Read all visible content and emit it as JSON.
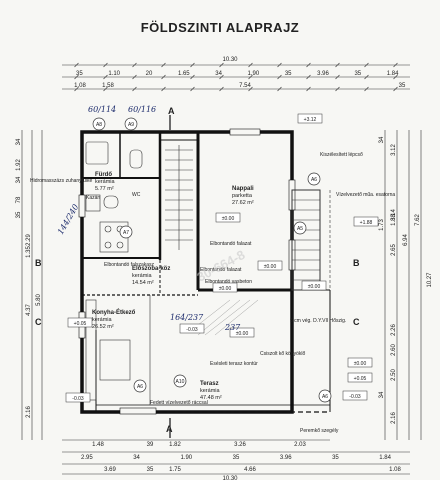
{
  "title": "FÖLDSZINTI ALAPRAJZ",
  "dims_top": {
    "row1": [
      "35",
      "1.10",
      "20",
      "1.65",
      "34",
      "1.90",
      "35",
      "3.96",
      "35",
      "1.84"
    ],
    "total": "10.30",
    "row2": [
      "1.08",
      "1.58",
      "7.54"
    ],
    "row2_extra": [
      "35"
    ]
  },
  "dims_bottom": {
    "row1": [
      "1.48",
      "39",
      "1.82",
      "3.26",
      "2.03"
    ],
    "row2": [
      "2.95",
      "34",
      "1.90",
      "35",
      "3.96",
      "35",
      "1.84"
    ],
    "row3": [
      "3.69",
      "35",
      "1.75",
      "4.66",
      "1.08"
    ],
    "total": "10.30"
  },
  "dims_left": [
    "34",
    "1.92",
    "34",
    "78",
    "35",
    "2.29",
    "1.35",
    "4.37",
    "5.80",
    "2.16"
  ],
  "dims_right": [
    "34",
    "3.12",
    "1.88",
    "1.73",
    "2.65",
    "3.14",
    "6.94",
    "7.62",
    "10.27",
    "2.26",
    "2.60",
    "2.50",
    "34",
    "2.16"
  ],
  "rooms": {
    "furdo": {
      "name": "Fürdő",
      "floor": "kerámia",
      "area": "5.77 m²"
    },
    "nappali": {
      "name": "Nappali",
      "floor": "parketta",
      "area": "27.62 m²"
    },
    "eloszoba": {
      "name": "Előszoba-köz",
      "floor": "kerámia",
      "area": "14.54 m²"
    },
    "konyha": {
      "name": "Konyha-Étkező",
      "floor": "kerámia",
      "area": "26.52 m²"
    },
    "terasz": {
      "name": "Terasz",
      "floor": "kerámia",
      "area": "47.48 m²"
    }
  },
  "labels": {
    "hidro": "Hidromasszázs zuhanyfülke",
    "kaz": "Kazán",
    "wc": "WC",
    "elbontando1": "Elbontandó falszakasz",
    "elbontando2": "Elbontandó falazat",
    "elbontando3": "Elbontandó falazat",
    "elbontando4": "Elbontandó vasbeton",
    "kiszelesitett": "Kiszélesített lépcső",
    "vizelvezeto": "Vízelvezető műa. esatorna",
    "eseleti": "Esésleti terasz kontúr",
    "csiszolt": "Csiszolt kő könyöklő",
    "fedett": "Fedett vízelvezető ráccsal",
    "peremszegely": "Peremkő szegély",
    "lepcso_note": "5 cm vég. D.Y.VII Hőszig."
  },
  "levels": [
    "+3.12",
    "±0.00",
    "±0.00",
    "+1.88",
    "±0.00",
    "+0.05",
    "-0.03",
    "-0.03",
    "±0.00",
    "±0.00",
    "±0.00",
    "+0.05",
    "-0.03"
  ],
  "sections": {
    "a": "A",
    "b": "B",
    "c": "C"
  },
  "tags": [
    "A8",
    "A9",
    "A6",
    "A5",
    "A7",
    "A10",
    "A6",
    "A6"
  ],
  "handwriting": [
    "60/114",
    "60/116",
    "144/240",
    "164/237",
    "237"
  ],
  "watermark": "30-664-8"
}
